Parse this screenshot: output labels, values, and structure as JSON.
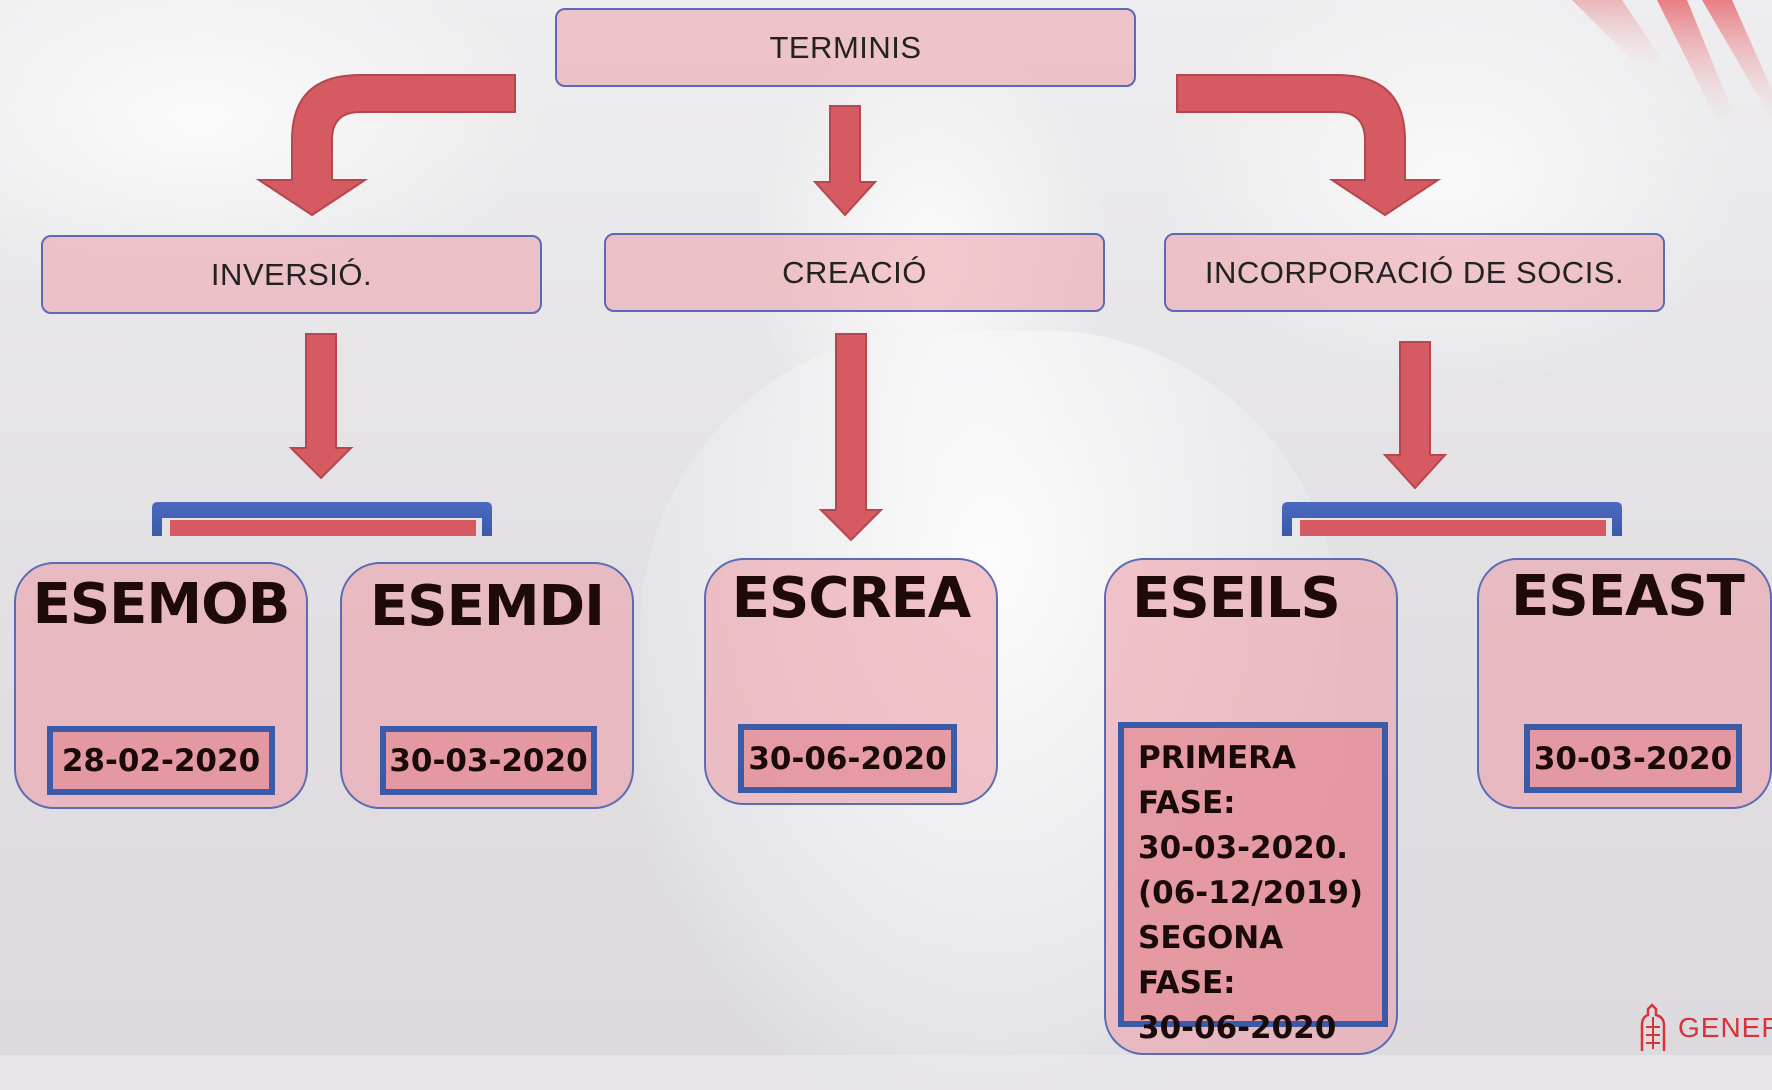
{
  "top": {
    "label": "TERMINIS"
  },
  "categories": [
    {
      "label": "INVERSIÓ."
    },
    {
      "label": "CREACIÓ"
    },
    {
      "label": "INCORPORACIÓ DE SOCIS."
    }
  ],
  "programs": [
    {
      "code": "ESEMOB",
      "deadline": "28-02-2020"
    },
    {
      "code": "ESEMDI",
      "deadline": "30-03-2020"
    },
    {
      "code": "ESCREA",
      "deadline": "30-06-2020"
    },
    {
      "code": "ESEILS",
      "deadline_lines": [
        "PRIMERA",
        "FASE:",
        "30-03-2020.",
        "(06-12/2019)",
        "SEGONA FASE:",
        "30-06-2020"
      ]
    },
    {
      "code": "ESEAST",
      "deadline": "30-03-2020"
    }
  ],
  "logo": {
    "text": "GENER"
  },
  "colors": {
    "arrow": "#d65a61",
    "arrow_stroke": "#b5474e",
    "border_blue": "#3b5aa8",
    "bracket_blue": "#4a6ac0",
    "box_fill": "#eca0aa"
  }
}
